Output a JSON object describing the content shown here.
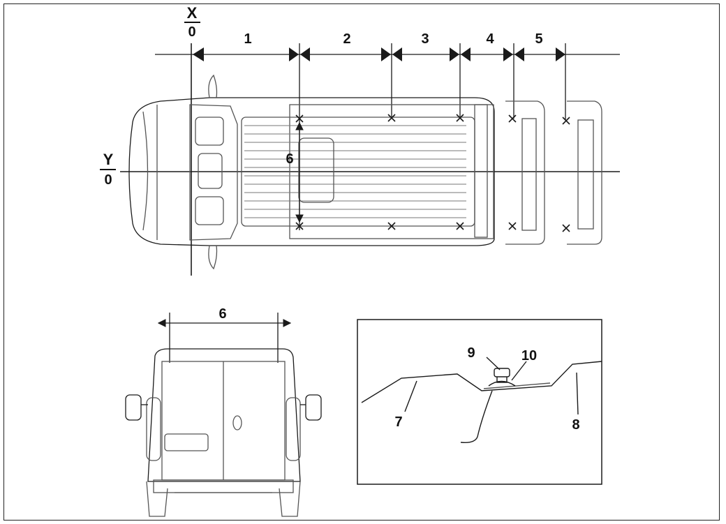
{
  "axes": {
    "x_letter": "X",
    "x_zero": "0",
    "y_letter": "Y",
    "y_zero": "0"
  },
  "zones": [
    "1",
    "2",
    "3",
    "4",
    "5"
  ],
  "callouts": {
    "width_top": "6",
    "width_rear": "6",
    "item_7": "7",
    "item_8": "8",
    "item_9": "9",
    "item_10": "10"
  },
  "colors": {
    "line": "#1a1a1a",
    "detail": "#555555",
    "background": "#ffffff"
  }
}
